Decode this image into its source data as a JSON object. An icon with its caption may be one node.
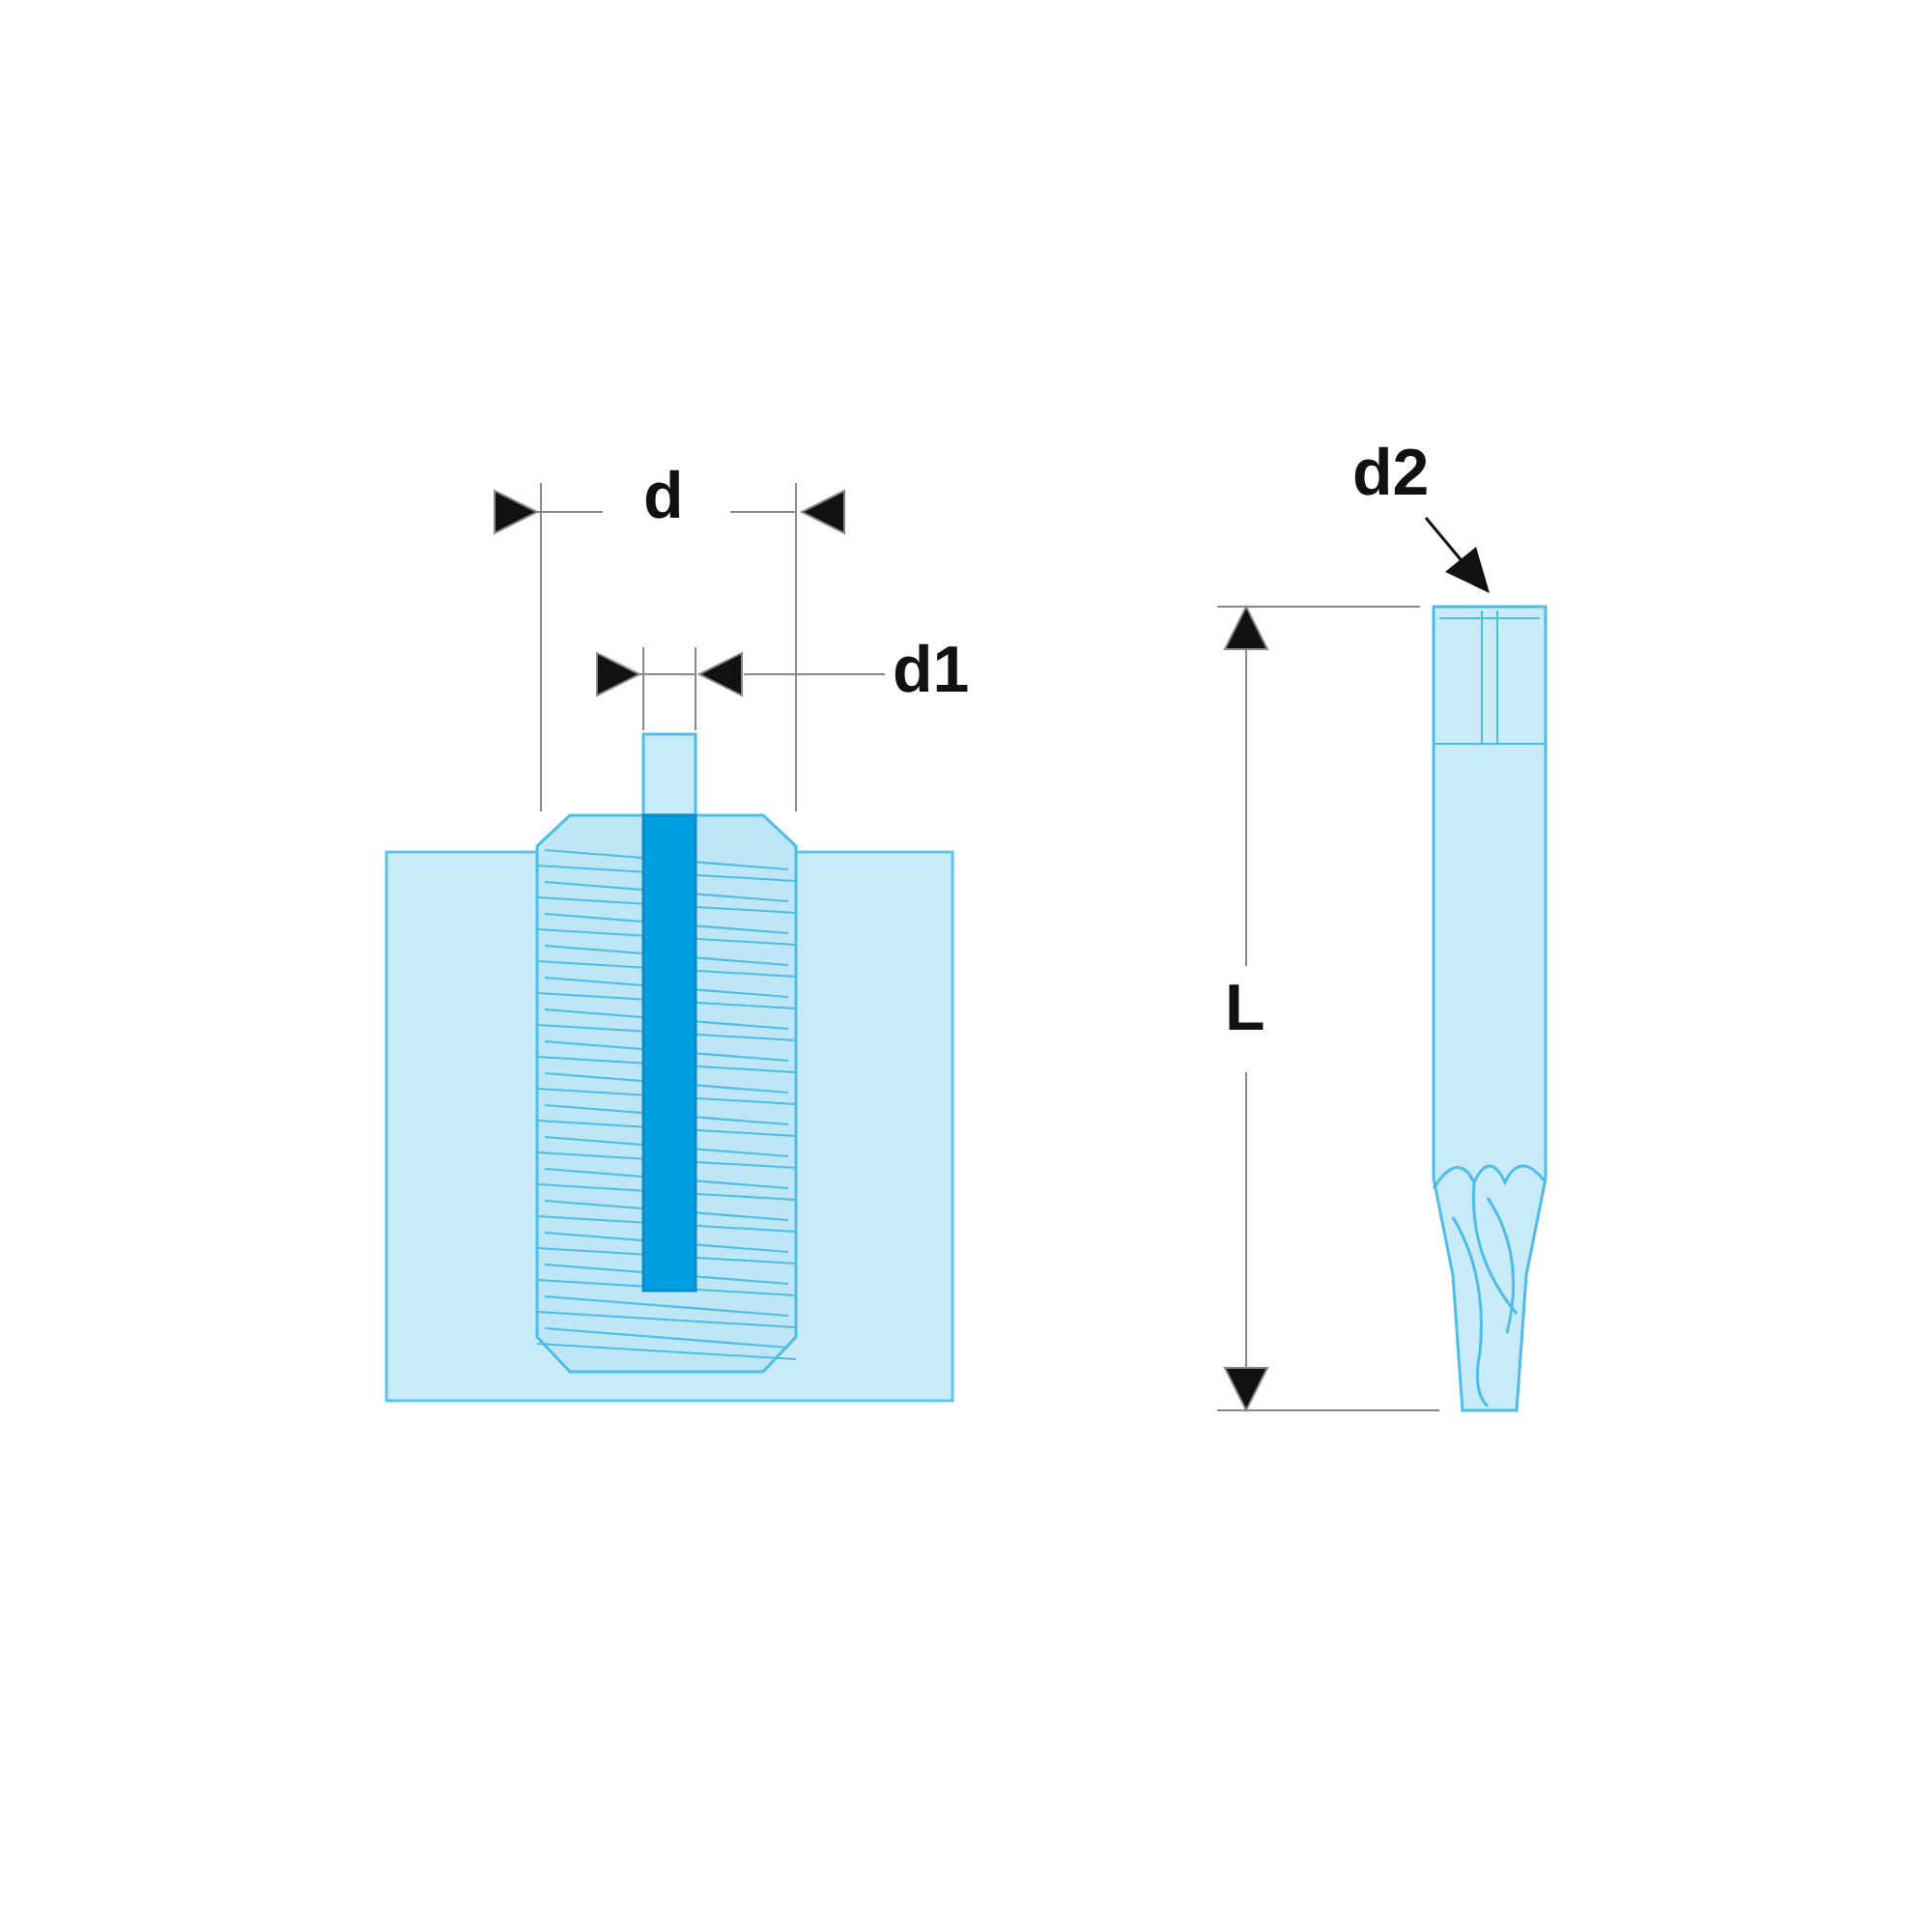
{
  "diagram": {
    "labels": [
      "d",
      "d1",
      "d2",
      "L"
    ]
  }
}
